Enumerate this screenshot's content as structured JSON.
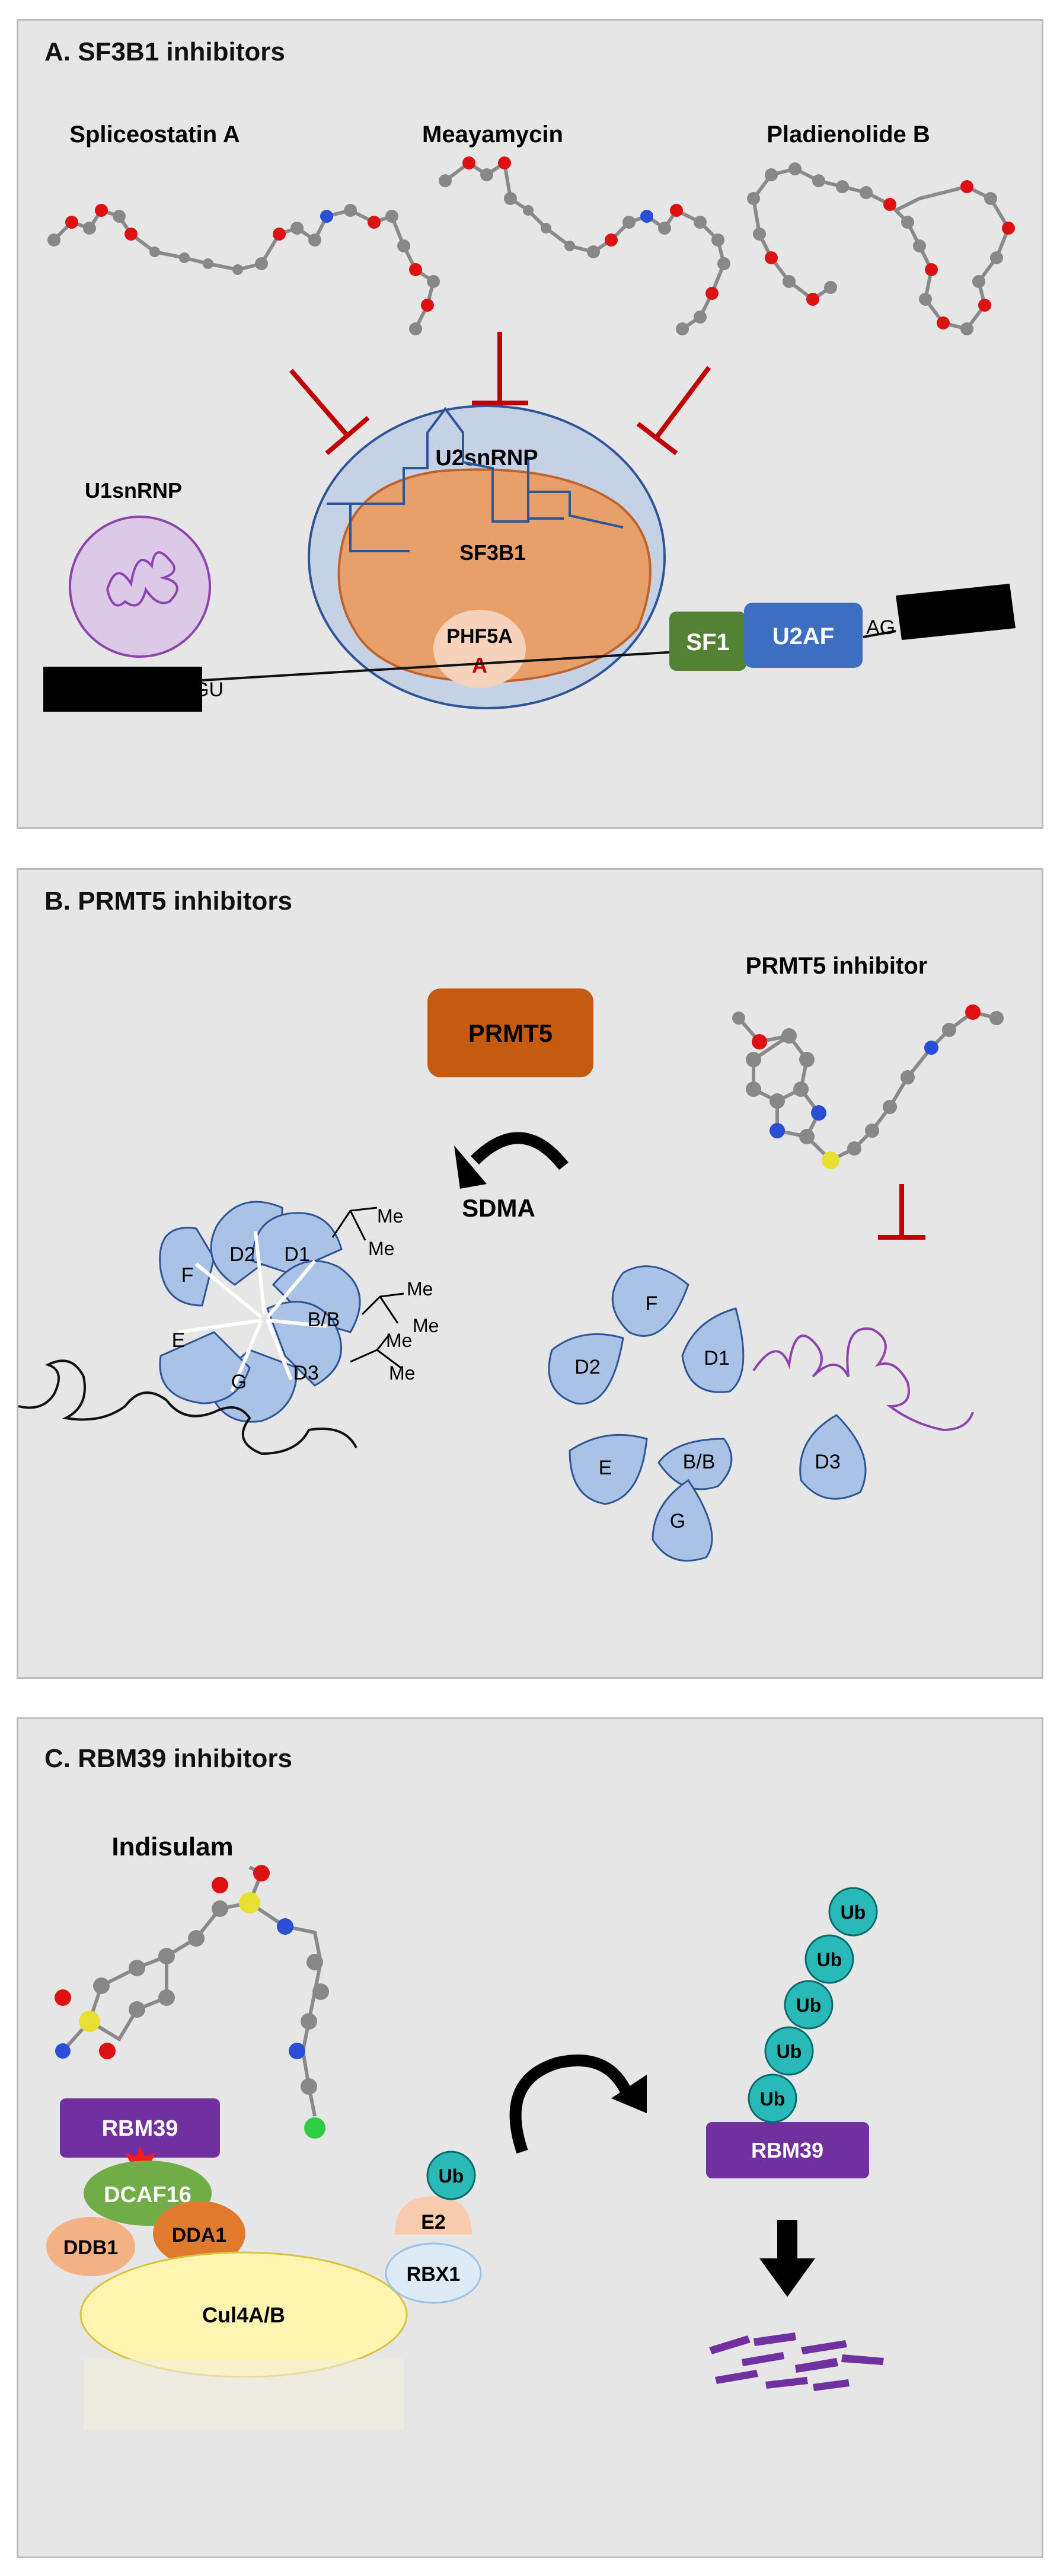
{
  "panels": {
    "a": {
      "title": "A. SF3B1 inhibitors",
      "compounds": [
        "Spliceostatin A",
        "Meayamycin",
        "Pladienolide B"
      ],
      "labels": {
        "u1": "U1snRNP",
        "u2": "U2snRNP",
        "sf3b1": "SF3B1",
        "phf5a": "PHF5A",
        "a_site": "A",
        "gu": "GU",
        "ag": "AG",
        "sf1": "SF1",
        "u2af": "U2AF"
      }
    },
    "b": {
      "title": "B. PRMT5 inhibitors",
      "labels": {
        "prmt5": "PRMT5",
        "sdma": "SDMA",
        "inhibitor": "PRMT5 inhibitor",
        "me": "Me"
      },
      "sm_ring": [
        "F",
        "D2",
        "D1",
        "B/B",
        "D3",
        "G",
        "E"
      ],
      "sm_free": [
        "F",
        "D2",
        "D1",
        "E",
        "B/B",
        "D3",
        "G"
      ]
    },
    "c": {
      "title": "C. RBM39  inhibitors",
      "labels": {
        "indisulam": "Indisulam",
        "rbm39": "RBM39",
        "dcaf16": "DCAF16",
        "ddb1": "DDB1",
        "dda1": "DDA1",
        "cul4": "Cul4A/B",
        "e2": "E2",
        "rbx1": "RBX1",
        "ub": "Ub"
      }
    }
  },
  "colors": {
    "panel_bg": "#e6e6e6",
    "inhibit_red": "#c00000",
    "spliceosome_blue": "#c5d2e6",
    "sf3b1_orange": "#e8a06a",
    "prmt5_orange": "#c55a11",
    "sm_blue": "#a9c2e6",
    "rna_purple": "#8e44ad",
    "rbm39_purple": "#7030a0",
    "ub_teal": "#2ab9b9",
    "dcaf16_green": "#70ad47",
    "dda1_orange": "#e07b2e",
    "cul4_yellow": "#fff5b0"
  }
}
